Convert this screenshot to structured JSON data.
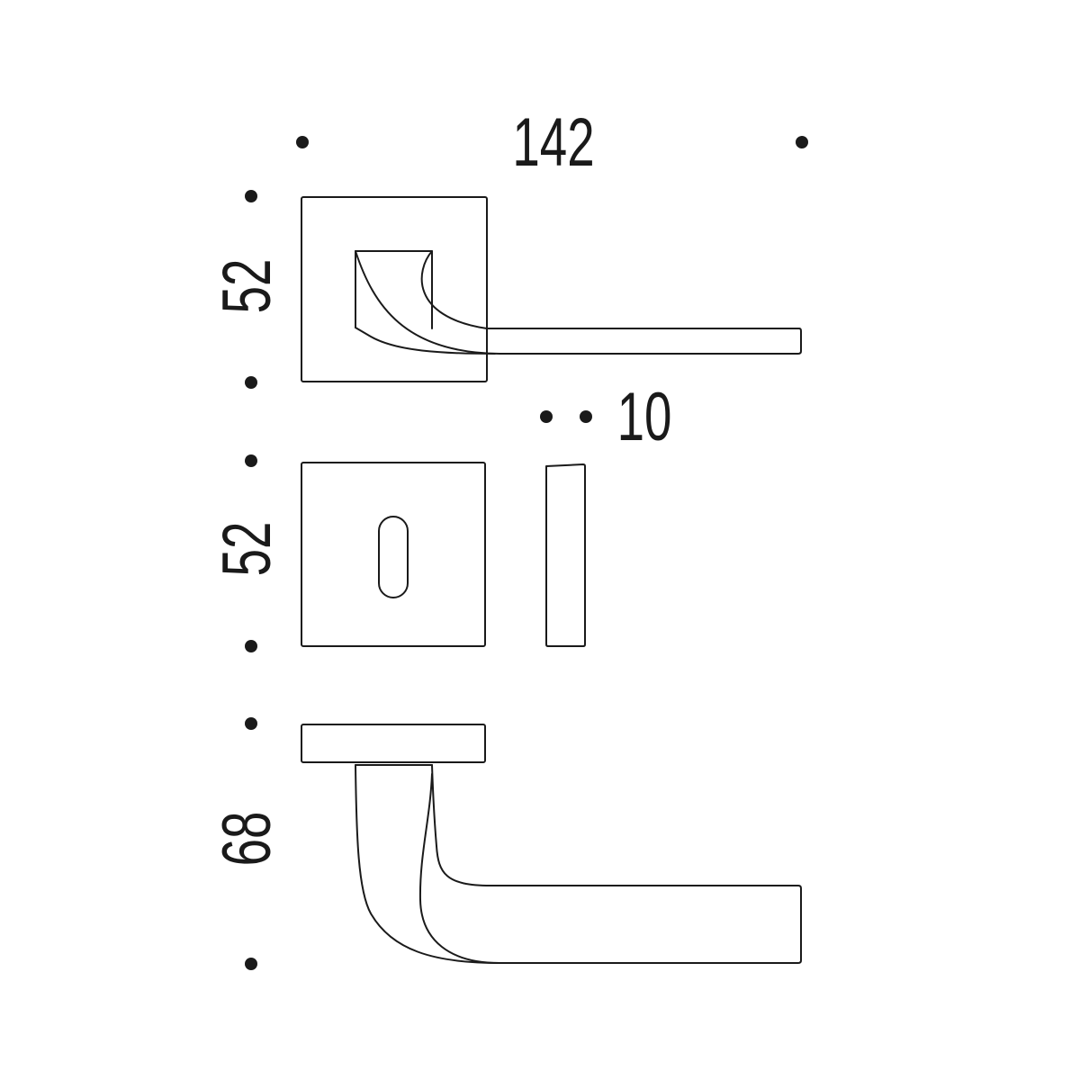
{
  "dimensions": {
    "width_total": "142",
    "rosette_height": "52",
    "escutcheon_height": "52",
    "thickness": "10",
    "projection": "68"
  },
  "colors": {
    "line": "#1a1a1a",
    "background": "#ffffff"
  }
}
